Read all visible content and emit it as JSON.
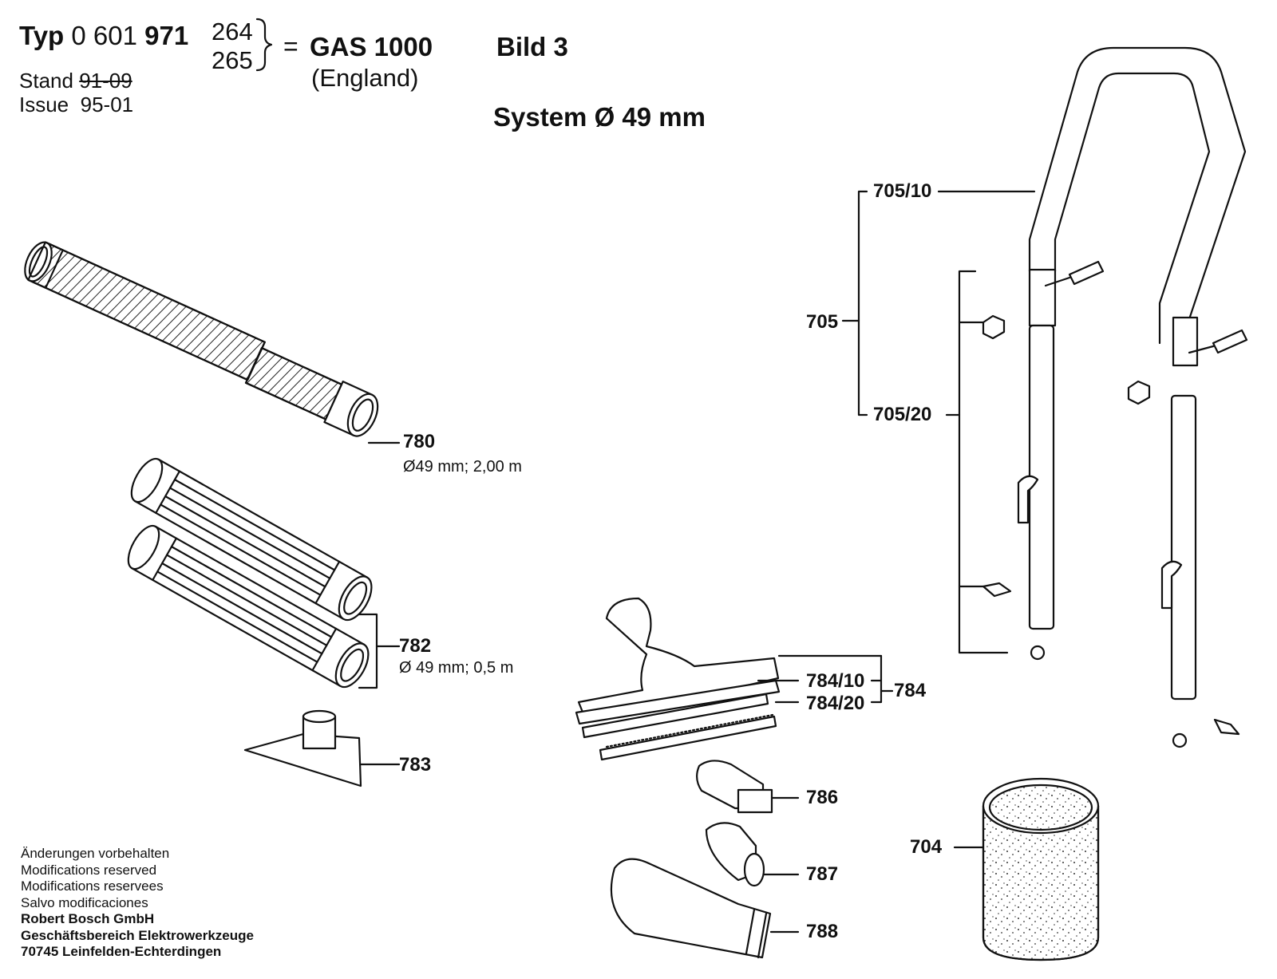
{
  "header": {
    "typ_label": "Typ",
    "typ_number_prefix": "0 601",
    "typ_number_bold": "971",
    "variant_1": "264",
    "variant_2": "265",
    "equals": "=",
    "model": "GAS  1000",
    "country": "(England)",
    "figure": "Bild 3",
    "system": "System Ø 49 mm",
    "stand_label": "Stand",
    "stand_old": "91-09",
    "issue_label": "Issue",
    "issue_value": "95-01"
  },
  "parts": {
    "p780": {
      "number": "780",
      "spec": "Ø49 mm; 2,00 m"
    },
    "p782": {
      "number": "782",
      "spec": "Ø 49 mm; 0,5 m"
    },
    "p783": {
      "number": "783"
    },
    "p784": {
      "number": "784"
    },
    "p784_10": {
      "number": "784/10"
    },
    "p784_20": {
      "number": "784/20"
    },
    "p786": {
      "number": "786"
    },
    "p787": {
      "number": "787"
    },
    "p788": {
      "number": "788"
    },
    "p704": {
      "number": "704"
    },
    "p705": {
      "number": "705"
    },
    "p705_10": {
      "number": "705/10"
    },
    "p705_20": {
      "number": "705/20"
    }
  },
  "footer": {
    "line1": "Änderungen vorbehalten",
    "line2": "Modifications reserved",
    "line3": "Modifications reservees",
    "line4": "Salvo modificaciones",
    "company": "Robert Bosch GmbH",
    "division": "Geschäftsbereich Elektrowerkzeuge",
    "address": "70745 Leinfelden-Echterdingen"
  }
}
